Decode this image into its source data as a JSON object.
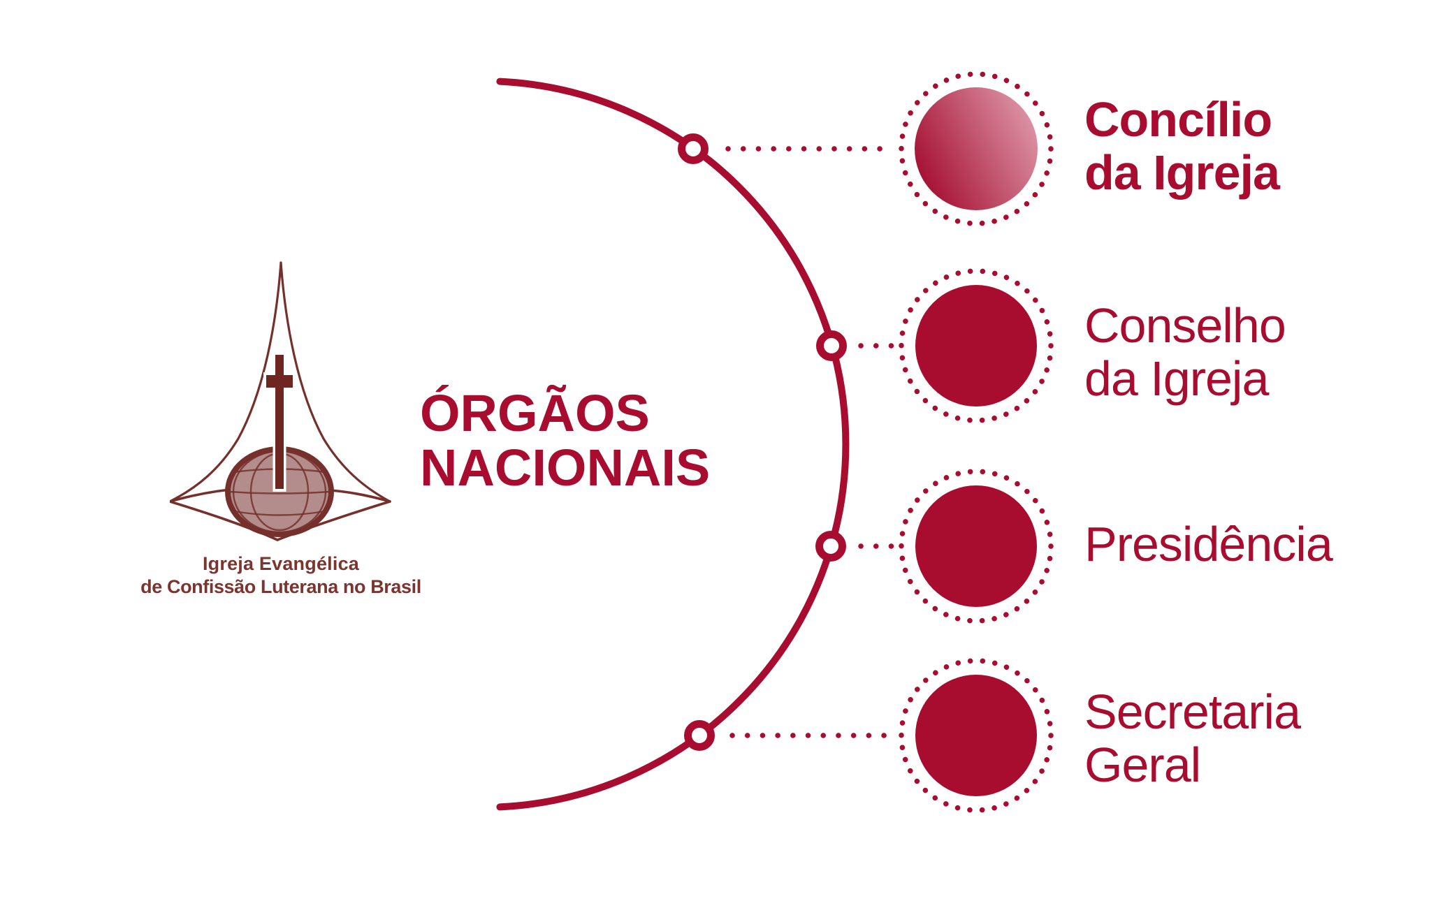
{
  "colors": {
    "accent": "#A80C2E",
    "gradient_dark": "#A30B2E",
    "gradient_light": "#DE97A9",
    "logo_line": "#76302B",
    "logo_globe_fill": "#B38D8B",
    "logo_text": "#7B342E"
  },
  "logo": {
    "icon": "church-spire-cross-globe",
    "name_line1": "Igreja Evangélica",
    "name_line2": "de Confissão Luterana no Brasil"
  },
  "title": "ÓRGÃOS NACIONAIS",
  "items": [
    {
      "id": "concilio",
      "label": "Concílio\nda Igreja",
      "emphasis": "bold",
      "circle_fill": "gradient"
    },
    {
      "id": "conselho",
      "label": "Conselho\nda Igreja",
      "emphasis": "regular",
      "circle_fill": "solid"
    },
    {
      "id": "presidencia",
      "label": "Presidência",
      "emphasis": "regular",
      "circle_fill": "solid"
    },
    {
      "id": "secretaria",
      "label": "Secretaria\nGeral",
      "emphasis": "regular",
      "circle_fill": "solid"
    }
  ]
}
